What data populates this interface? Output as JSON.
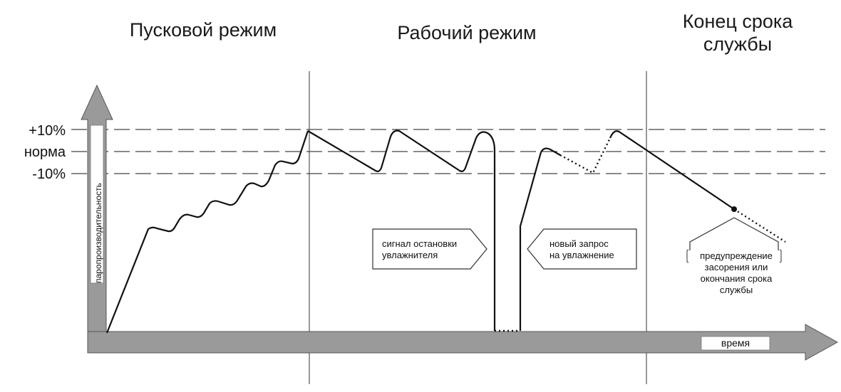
{
  "phases": {
    "startup": "Пусковой режим",
    "working": "Рабочий режим",
    "end_of_life": "Конец срока\nслужбы"
  },
  "levels": {
    "plus10": "+10%",
    "norm": "норма",
    "minus10": "-10%"
  },
  "axes": {
    "y_label": "паропроизводительность",
    "x_label": "время"
  },
  "callouts": {
    "stop_signal": "сигнал остановки\nувлажнителя",
    "new_request": "новый запрос\nна увлажнение",
    "warning": "предупреждение\nзасорения или\nокончания срока\nслужбы"
  },
  "colors": {
    "axis_fill": "#9a9a9a",
    "line": "#111111",
    "dashed": "#444444"
  }
}
